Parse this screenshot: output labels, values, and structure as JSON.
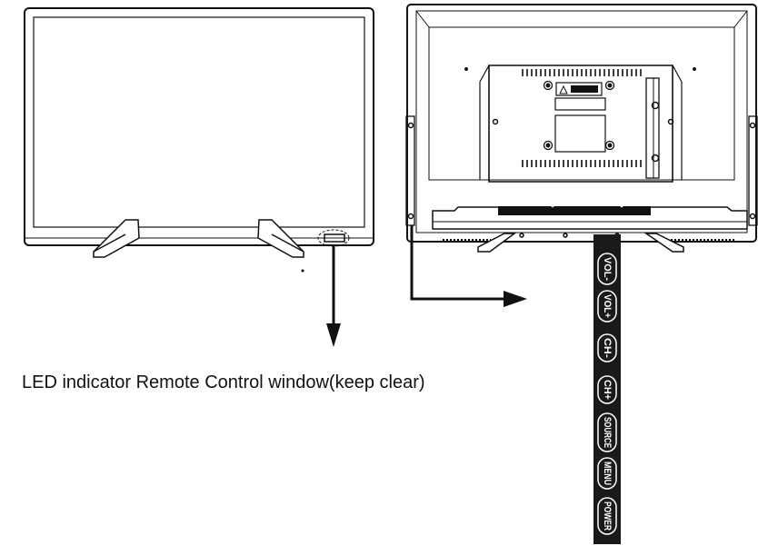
{
  "caption": "LED indicator Remote Control window(keep clear)",
  "control_panel": {
    "buttons": [
      "VOL-",
      "VOL+",
      "CH-",
      "CH+",
      "SOURCE",
      "MENU",
      "POWER"
    ]
  },
  "colors": {
    "ink": "#111111",
    "panel": "#1a1a1a",
    "paper": "#ffffff"
  }
}
